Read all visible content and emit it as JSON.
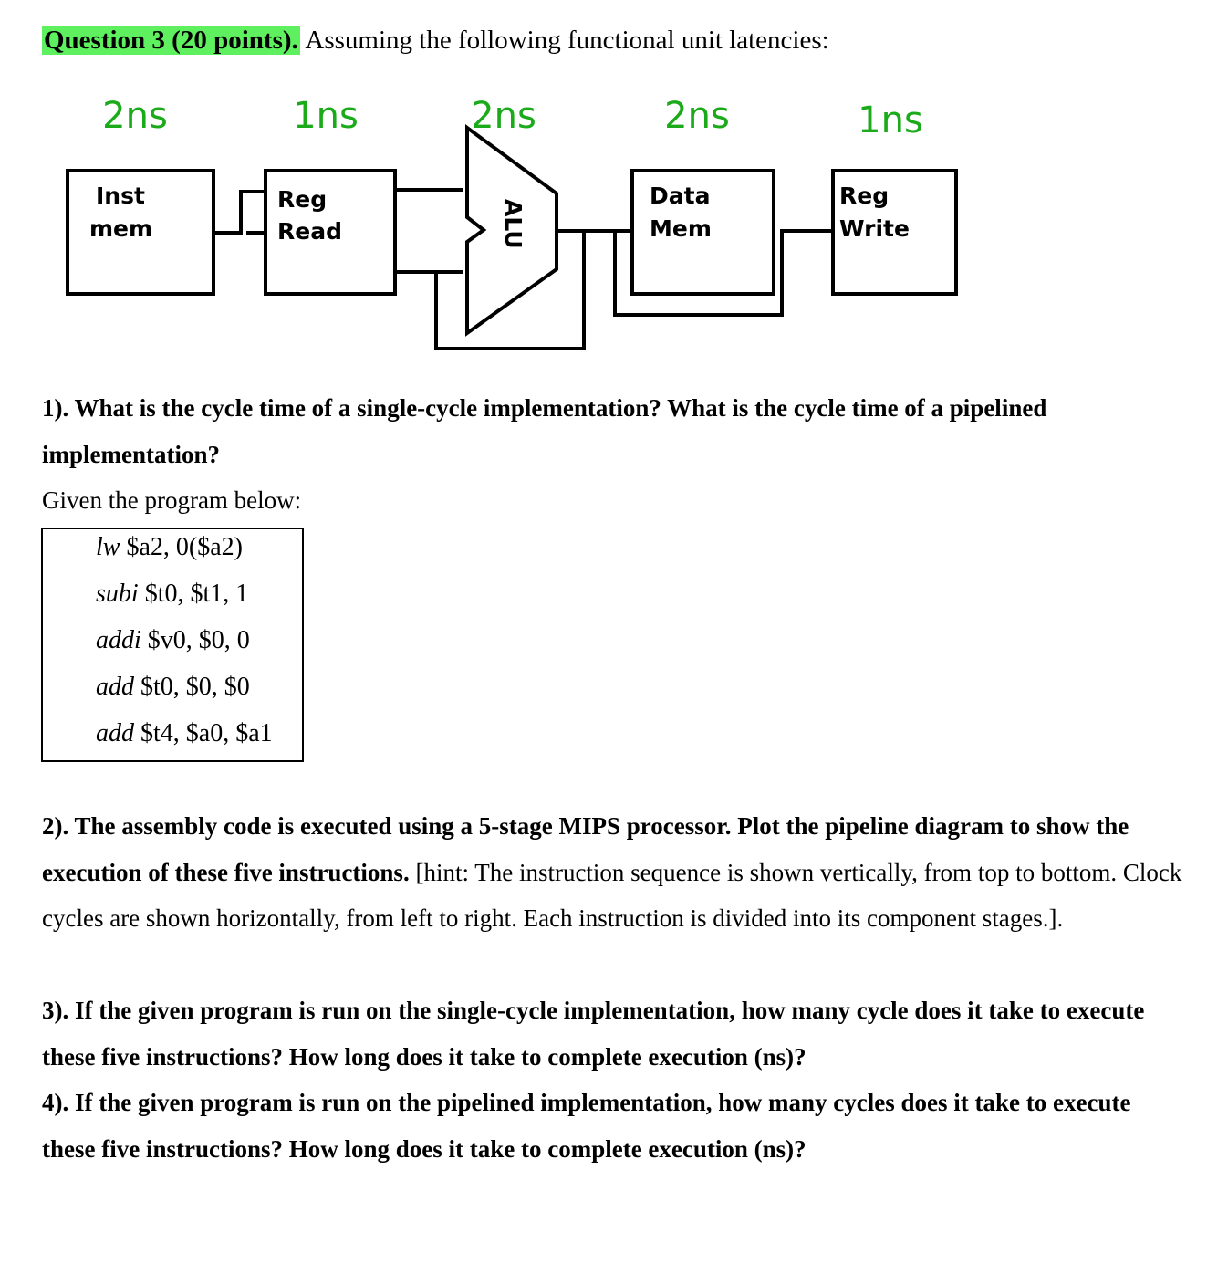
{
  "heading": {
    "highlight": "Question 3 (20 points).",
    "text": " Assuming the following functional unit latencies:"
  },
  "diagram": {
    "latencies": [
      "2ns",
      "1ns",
      "2ns",
      "2ns",
      "1ns"
    ],
    "units": {
      "inst_mem": [
        "Inst",
        "mem"
      ],
      "reg_read": [
        "Reg",
        "Read"
      ],
      "alu": "ALU",
      "data_mem": [
        "Data",
        "Mem"
      ],
      "reg_write": [
        "Reg",
        "Write"
      ]
    },
    "colors": {
      "latency": "#1aaa1a",
      "highlight": "#5ef05e"
    }
  },
  "q1": {
    "bold": "1). What is the cycle time of a single-cycle implementation? What is the cycle time of a pipelined implementation?"
  },
  "given": "Given the program below:",
  "program": [
    {
      "op": "lw",
      "args": " $a2, 0($a2)"
    },
    {
      "op": "subi",
      "args": " $t0, $t1, 1"
    },
    {
      "op": "addi",
      "args": " $v0, $0, 0"
    },
    {
      "op": "add",
      "args": " $t0, $0, $0"
    },
    {
      "op": "add",
      "args": " $t4, $a0, $a1"
    }
  ],
  "q2": {
    "bold": "2). The assembly code is executed using a 5-stage MIPS processor. Plot the pipeline diagram to show the execution of these five instructions.",
    "normal": " [hint: The instruction sequence is shown vertically, from top to bottom. Clock cycles are shown horizontally, from left to right. Each instruction is divided into its component stages.]."
  },
  "q3": {
    "bold": "3). If the given program is run on the single-cycle implementation, how many cycle does it take to execute these five instructions? How long does it take to complete execution (ns)?"
  },
  "q4": {
    "bold": "4). If the given program is run on the pipelined implementation, how many cycles does it take to execute these five instructions? How long does it take to complete execution (ns)?"
  }
}
